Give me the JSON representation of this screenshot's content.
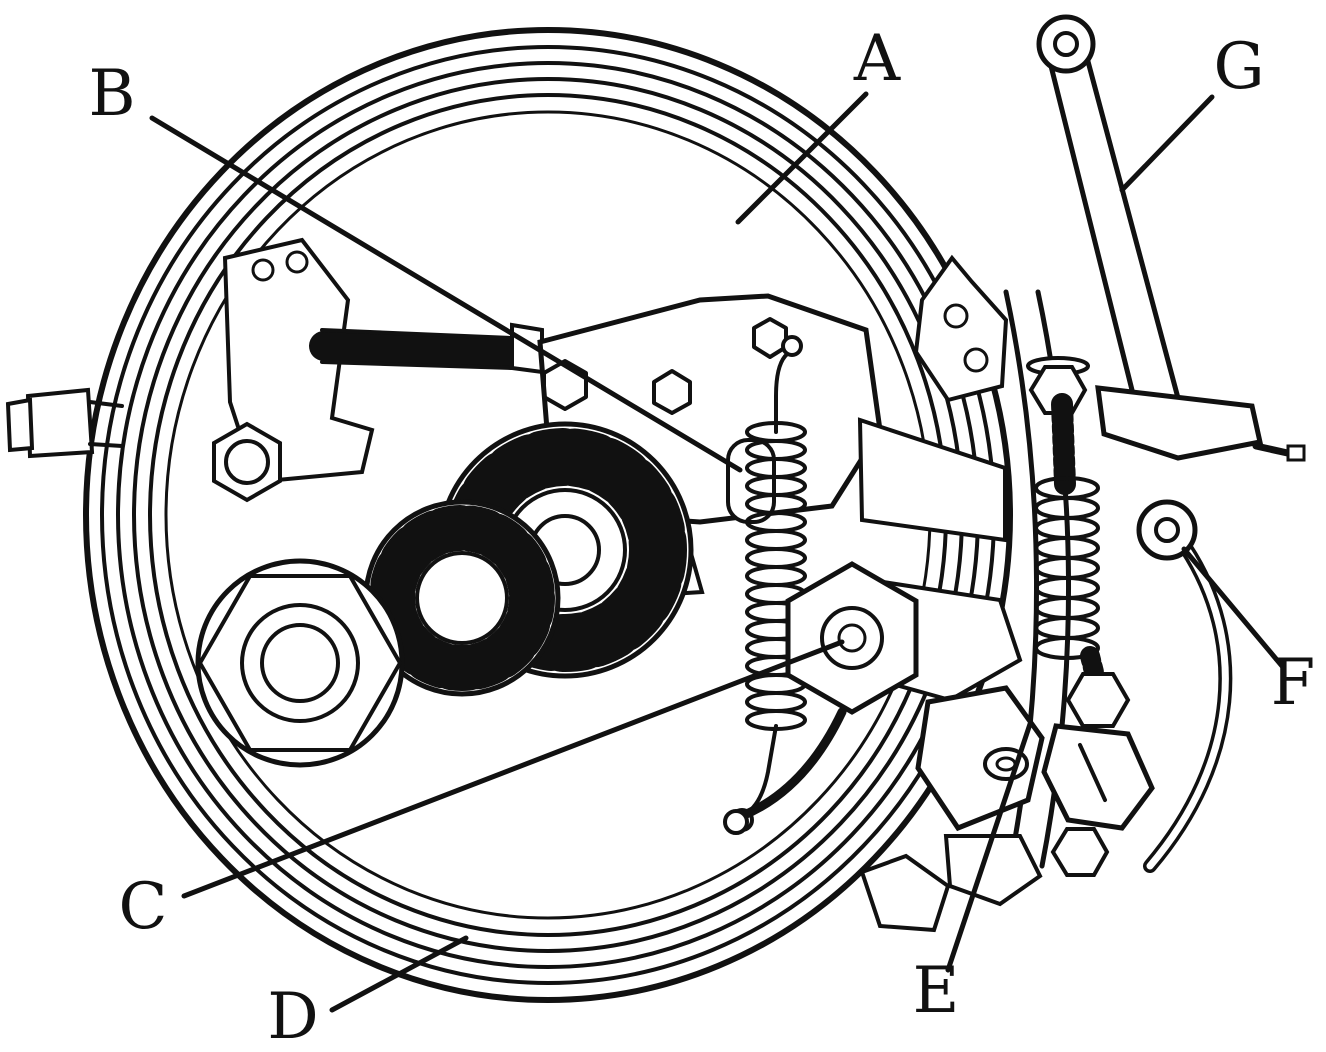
{
  "figure": {
    "background": "#ffffff",
    "ink": "#111111",
    "caption_labels": [
      {
        "text": "A"
      },
      {
        "text": "B"
      },
      {
        "text": "C"
      },
      {
        "text": "D"
      },
      {
        "text": "E"
      },
      {
        "text": "F"
      },
      {
        "text": "G"
      }
    ]
  }
}
